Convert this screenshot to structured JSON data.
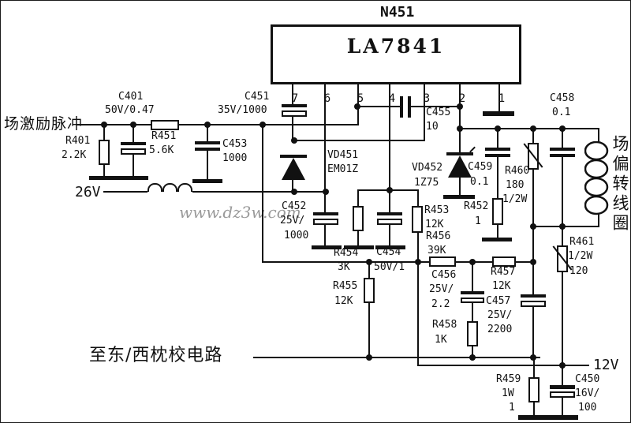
{
  "schematic": {
    "ic": {
      "ref": "N451",
      "part": "LA7841",
      "pins": [
        "7",
        "6",
        "5",
        "4",
        "3",
        "2",
        "1"
      ]
    },
    "nets": {
      "input": "场激励脉冲",
      "supply": "26V",
      "ew": "至东/西枕校电路",
      "v12": "12V",
      "coil": "场偏转线圈"
    },
    "watermark": "www.dz3w.com",
    "parts": {
      "c401": {
        "ref": "C401",
        "v1": "50V/0.47"
      },
      "r401": {
        "ref": "R401",
        "v1": "2.2K"
      },
      "r451": {
        "ref": "R451",
        "v1": "5.6K"
      },
      "c453": {
        "ref": "C453",
        "v1": "1000"
      },
      "c451": {
        "ref": "C451",
        "v1": "35V/1000"
      },
      "vd451": {
        "ref": "VD451",
        "v1": "EM01Z"
      },
      "c455": {
        "ref": "C455",
        "v1": "10"
      },
      "vd452": {
        "ref": "VD452",
        "v1": "1Z75"
      },
      "c459": {
        "ref": "C459",
        "v1": "0.1"
      },
      "r452": {
        "ref": "R452",
        "v1": "1"
      },
      "r460": {
        "ref": "R460",
        "v1": "180",
        "v2": "1/2W"
      },
      "c458": {
        "ref": "C458",
        "v1": "0.1"
      },
      "c452": {
        "ref": "C452",
        "v1": "25V/",
        "v2": "1000"
      },
      "r454": {
        "ref": "R454",
        "v1": "3K"
      },
      "c454": {
        "ref": "C454",
        "v1": "50V/1"
      },
      "r455": {
        "ref": "R455",
        "v1": "12K"
      },
      "r453": {
        "ref": "R453",
        "v1": "12K"
      },
      "r456": {
        "ref": "R456",
        "v1": "39K"
      },
      "r457": {
        "ref": "R457",
        "v1": "12K"
      },
      "c456": {
        "ref": "C456",
        "v1": "25V/",
        "v2": "2.2"
      },
      "r458": {
        "ref": "R458",
        "v1": "1K"
      },
      "c457": {
        "ref": "C457",
        "v1": "25V/",
        "v2": "2200"
      },
      "r461": {
        "ref": "R461",
        "v1": "1/2W",
        "v2": "120"
      },
      "r459": {
        "ref": "R459",
        "v1": "1W",
        "v2": "1"
      },
      "c450": {
        "ref": "C450",
        "v1": "16V/",
        "v2": "100"
      }
    }
  }
}
